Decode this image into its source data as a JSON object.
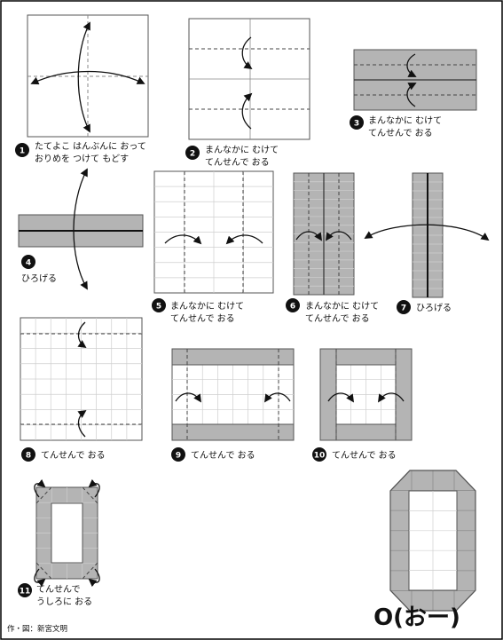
{
  "page": {
    "border_color": "#000000",
    "background": "#ffffff"
  },
  "colors": {
    "paper_colored": "#b4b4b4",
    "paper_white": "#ffffff",
    "line": "#555555",
    "crease": "#888888",
    "ink": "#111111"
  },
  "steps": [
    {
      "number": "1",
      "caption": [
        "たてよこ はんぶんに おって",
        "おりめを つけて もどす"
      ]
    },
    {
      "number": "2",
      "caption": [
        "まんなかに むけて",
        "てんせんで おる"
      ]
    },
    {
      "number": "3",
      "caption": [
        "まんなかに むけて",
        "てんせんで おる"
      ]
    },
    {
      "number": "4",
      "caption": [
        "ひろげる"
      ]
    },
    {
      "number": "5",
      "caption": [
        "まんなかに むけて",
        "てんせんで おる"
      ]
    },
    {
      "number": "6",
      "caption": [
        "まんなかに むけて",
        "てんせんで おる"
      ]
    },
    {
      "number": "7",
      "caption": [
        "ひろげる"
      ]
    },
    {
      "number": "8",
      "caption": [
        "てんせんで おる"
      ]
    },
    {
      "number": "9",
      "caption": [
        "てんせんで おる"
      ]
    },
    {
      "number": "10",
      "caption": [
        "てんせんで おる"
      ]
    },
    {
      "number": "11",
      "caption": [
        "てんせんで",
        "うしろに おる"
      ]
    }
  ],
  "title": "O(おー)",
  "credit": "作・図：新宮文明"
}
